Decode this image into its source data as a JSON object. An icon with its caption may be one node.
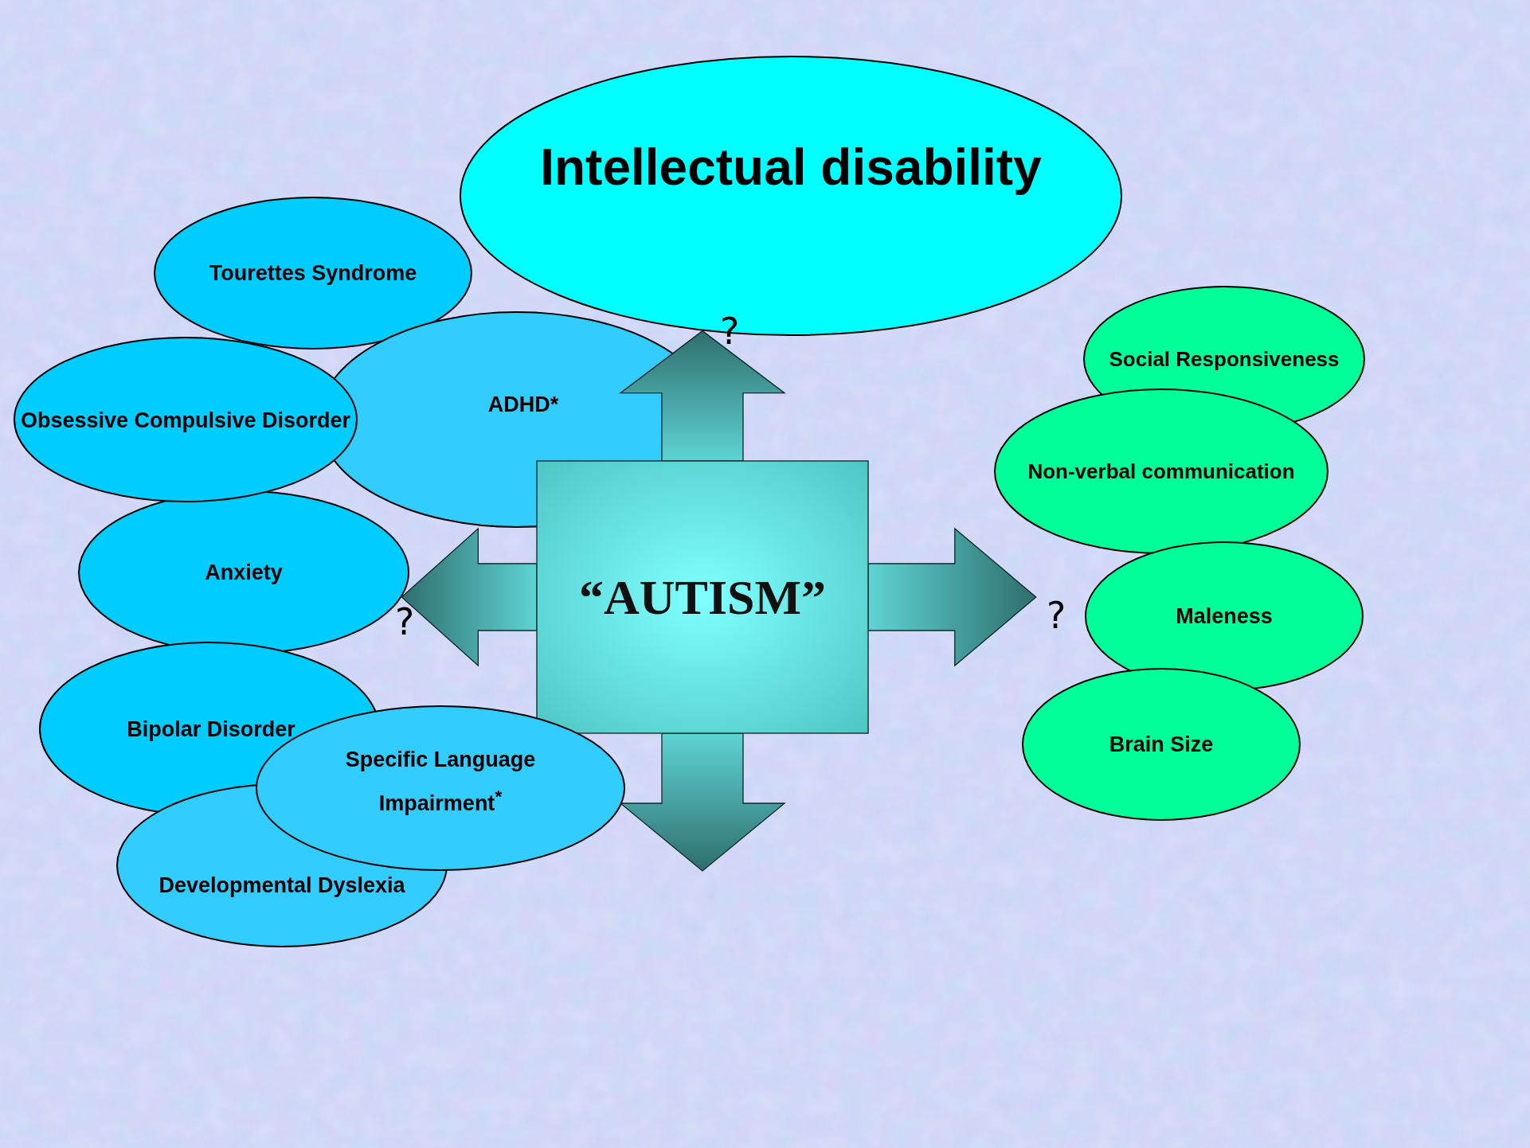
{
  "diagram": {
    "nodes": [
      {
        "text": [
          "Intellectual disability"
        ]
      },
      {
        "text": [
          "Tourettes Syndrome"
        ]
      },
      {
        "text": [
          "Social Responsiveness"
        ]
      },
      {
        "text": [
          "Obsessive Compulsive Disorder"
        ]
      },
      {
        "text": [
          "ADHD*"
        ]
      },
      {
        "text": [
          "Non-verbal communication"
        ]
      },
      {
        "text": [
          "Anxiety"
        ]
      },
      {
        "text": [
          "“AUTISM”"
        ]
      },
      {
        "text": [
          "Maleness"
        ]
      },
      {
        "text": [
          "Bipolar Disorder"
        ]
      },
      {
        "text": [
          "Brain Size"
        ]
      },
      {
        "text": [
          "Specific Language Impairment$^{*}$"
        ]
      },
      {
        "text": [
          "Developmental Dyslexia"
        ]
      }
    ],
    "edges": [
      {
        "from": 7,
        "to": 0,
        "arrow": "to",
        "style": "thick"
      },
      {
        "from": 7,
        "to": 6,
        "arrow": "to",
        "style": "thick"
      },
      {
        "from": 7,
        "to": 8,
        "arrow": "to",
        "style": "thick"
      },
      {
        "from": 7,
        "to": null,
        "arrow": "to",
        "style": "thick"
      }
    ],
    "labels": [
      "?",
      "?",
      "?"
    ]
  }
}
